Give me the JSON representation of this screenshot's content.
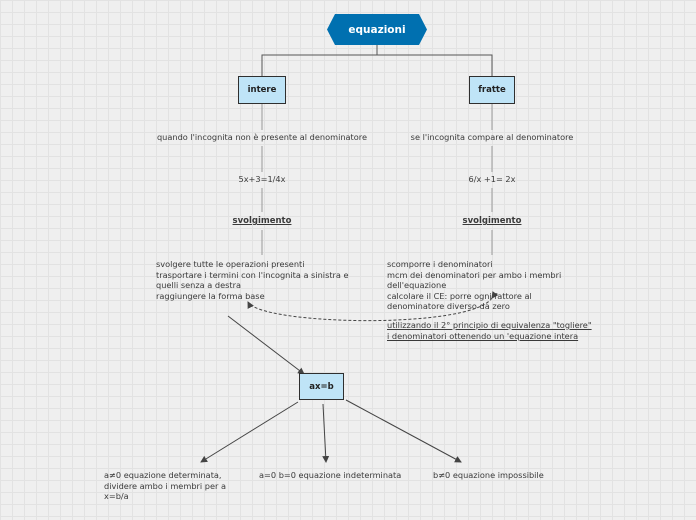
{
  "root": {
    "label": "equazioni",
    "color": "#0070b0"
  },
  "left": {
    "label": "intere",
    "definition": "quando l'incognita non è presente al denominatore",
    "example": "5x+3=1/4x",
    "step_title": "svolgimento",
    "steps": [
      "svolgere tutte le operazioni presenti",
      "trasportare i termini con l'incognita a sinistra e",
      "quelli senza a destra",
      "raggiungere la forma base"
    ]
  },
  "right": {
    "label": "fratte",
    "definition": "se l'incognita compare al denominatore",
    "example": "6/x +1= 2x",
    "step_title": "svolgimento",
    "steps": [
      "scomporre i denominatori",
      "mcm dei denominatori per ambo i membri",
      "dell'equazione",
      "calcolare il CE: porre ogni fattore al",
      "denominatore diverso da zero"
    ],
    "note": [
      "utilizzando il 2° principio di equivalenza \"togliere\"",
      "i denominatori ottenendo un 'equazione intera"
    ]
  },
  "base": {
    "label": "ax=b",
    "cases": {
      "determinate": [
        "a≠0 equazione determinata,",
        "dividere ambo i membri per a",
        "x=b/a"
      ],
      "indeterminate": "a=0 b=0 equazione indeterminata",
      "impossible": "b≠0 equazione impossibile"
    }
  },
  "colors": {
    "box_fill": "#bfe4f7",
    "line": "#444444",
    "background": "#efefef"
  }
}
